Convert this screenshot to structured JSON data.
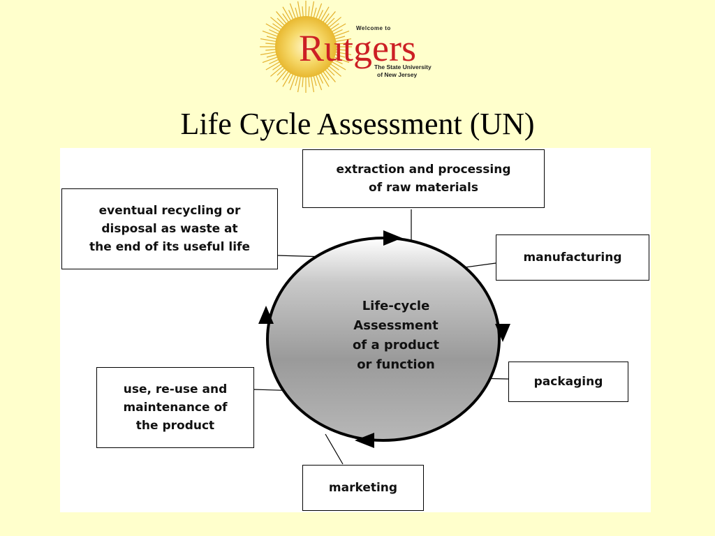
{
  "logo": {
    "welcome": "Welcome to",
    "name": "Rutgers",
    "tagline_line1": "The State University",
    "tagline_line2": "of New Jersey"
  },
  "slide": {
    "title": "Life Cycle Assessment (UN)"
  },
  "diagram": {
    "center": "Life-cycle\nAssessment\nof a product\nor function",
    "stages": {
      "extraction": "extraction and processing\nof raw materials",
      "manufacturing": "manufacturing",
      "packaging": "packaging",
      "marketing": "marketing",
      "use": "use, re-use and\nmaintenance of\nthe product",
      "disposal": "eventual recycling or\ndisposal as waste at\nthe end of its useful life"
    }
  },
  "colors": {
    "background": "#ffffcc",
    "logo_red": "#cc1f24",
    "sunburst": "#f2c43d"
  }
}
